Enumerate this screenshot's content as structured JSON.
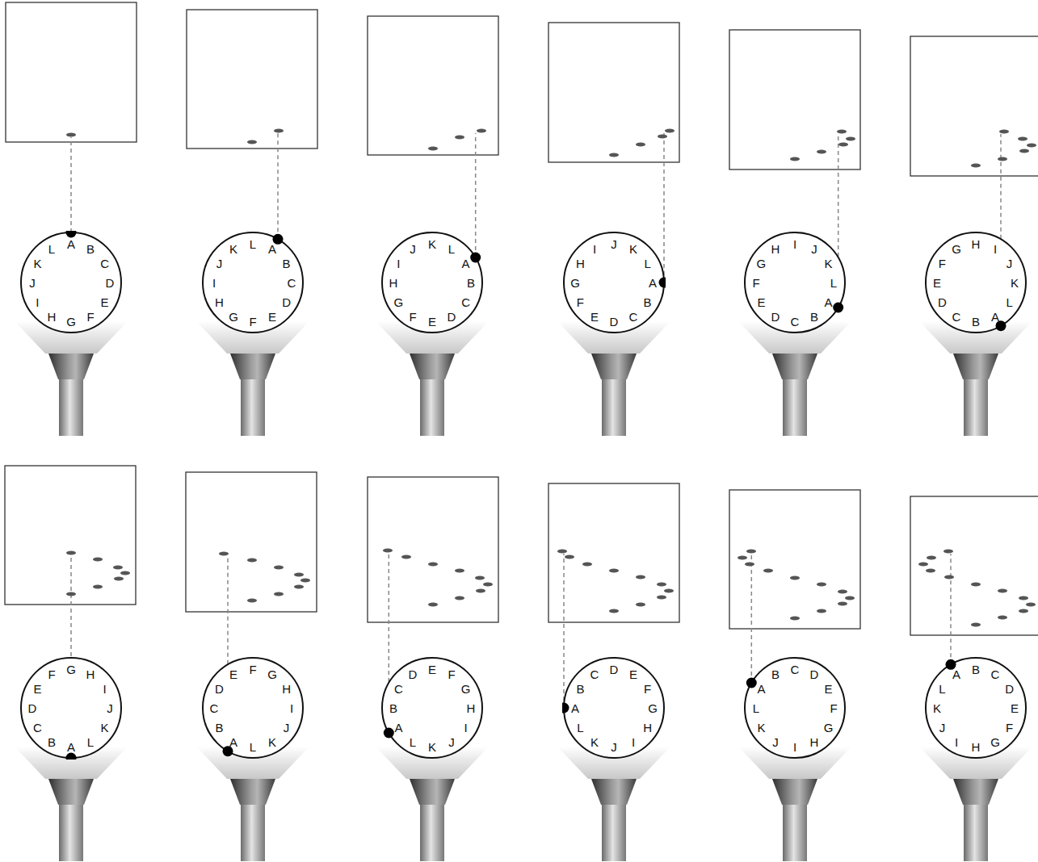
{
  "diagram": {
    "nodes": [
      {
        "text": [
          "A",
          "B",
          "C",
          "D",
          "E",
          "F",
          "G",
          "H",
          "I",
          "J",
          "K",
          "L"
        ]
      },
      {
        "text": [
          "A",
          "B",
          "C",
          "D",
          "E",
          "F",
          "G",
          "H",
          "I",
          "J",
          "K",
          "L"
        ]
      },
      {
        "text": [
          "A",
          "B",
          "C",
          "D",
          "E",
          "F",
          "G",
          "H",
          "I",
          "J",
          "K",
          "L"
        ]
      },
      {
        "text": [
          "A",
          "B",
          "C",
          "D",
          "E",
          "F",
          "G",
          "H",
          "I",
          "J",
          "K",
          "L"
        ]
      },
      {
        "text": [
          "A",
          "B",
          "C",
          "D",
          "E",
          "F",
          "G",
          "H",
          "I",
          "J",
          "K",
          "L"
        ]
      },
      {
        "text": [
          "A",
          "B",
          "C",
          "D",
          "E",
          "F",
          "G",
          "H",
          "I",
          "J",
          "K",
          "L"
        ]
      },
      {
        "text": [
          "A",
          "B",
          "C",
          "D",
          "E",
          "F",
          "G",
          "H",
          "I",
          "J",
          "K",
          "L"
        ]
      },
      {
        "text": [
          "A",
          "B",
          "C",
          "D",
          "E",
          "F",
          "G",
          "H",
          "I",
          "J",
          "K",
          "L"
        ]
      },
      {
        "text": [
          "A",
          "B",
          "C",
          "D",
          "E",
          "F",
          "G",
          "H",
          "I",
          "J",
          "K",
          "L"
        ]
      },
      {
        "text": [
          "A",
          "B",
          "C",
          "D",
          "E",
          "F",
          "G",
          "H",
          "I",
          "J",
          "K",
          "L"
        ]
      },
      {
        "text": [
          "A",
          "B",
          "C",
          "D",
          "E",
          "F",
          "G",
          "H",
          "I",
          "J",
          "K",
          "L"
        ]
      },
      {
        "text": [
          "A",
          "B",
          "C",
          "D",
          "E",
          "F",
          "G",
          "H",
          "I",
          "J",
          "K",
          "L"
        ]
      }
    ]
  }
}
